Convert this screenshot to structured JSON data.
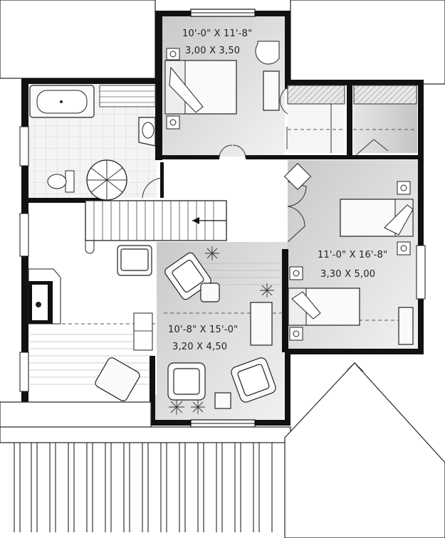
{
  "plan": {
    "rooms": [
      {
        "id": "top-bedroom",
        "dim_imperial": "10'-0\" X 11'-8\"",
        "dim_metric": "3,00 X 3,50"
      },
      {
        "id": "right-bedroom",
        "dim_imperial": "11'-0\" X 16'-8\"",
        "dim_metric": "3,30 X 5,00"
      },
      {
        "id": "family-room",
        "dim_imperial": "10'-8\" X 15'-0\"",
        "dim_metric": "3,20 X 4,50"
      }
    ],
    "colors": {
      "wall": "#111111",
      "floor_shade": "#d9d9d9",
      "line": "#333333"
    },
    "icons": [
      "bed-icon",
      "bathtub-icon",
      "toilet-icon",
      "sink-icon",
      "armchair-icon",
      "desk-icon",
      "plant-icon",
      "spiral-stair-icon",
      "stair-arrow-icon",
      "fireplace-icon"
    ]
  }
}
